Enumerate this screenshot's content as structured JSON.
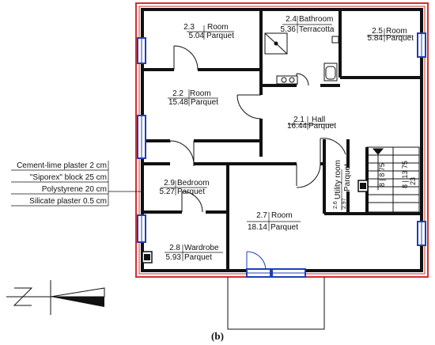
{
  "caption": "(b)",
  "rooms": [
    {
      "id": "2.3",
      "name": "Room",
      "area": "5.04",
      "floor": "Parquet"
    },
    {
      "id": "2.4",
      "name": "Bathroom",
      "area": "5.36",
      "floor": "Terracotta"
    },
    {
      "id": "2.5",
      "name": "Room",
      "area": "5.84",
      "floor": "Parquet"
    },
    {
      "id": "2.2",
      "name": "Room",
      "area": "15.48",
      "floor": "Parquet"
    },
    {
      "id": "2.1",
      "name": "Hall",
      "area": "16.44",
      "floor": "Parquet"
    },
    {
      "id": "2.9",
      "name": "Bedroom",
      "area": "5.27",
      "floor": "Parquet"
    },
    {
      "id": "2.7",
      "name": "Room",
      "area": "18.14",
      "floor": "Parquet"
    },
    {
      "id": "2.8",
      "name": "Wardrobe",
      "area": "5.93",
      "floor": "Parquet"
    }
  ],
  "utility": {
    "name": "Utility room",
    "floor": "Parquet",
    "id": "2.6",
    "area": "2.97"
  },
  "wall_layers": [
    "Cement-lime plaster 2 cm",
    "\"Siporex\" block 25 cm",
    "Polystyrene 20 cm",
    "Silicate plaster 0.5 cm"
  ],
  "stair_labels": [
    "8 | 8 75",
    "8 | 13 75",
    "23"
  ],
  "colors": {
    "outer_wall": "#d32f2f",
    "window": "#1e3fb8",
    "wall": "#111111"
  }
}
